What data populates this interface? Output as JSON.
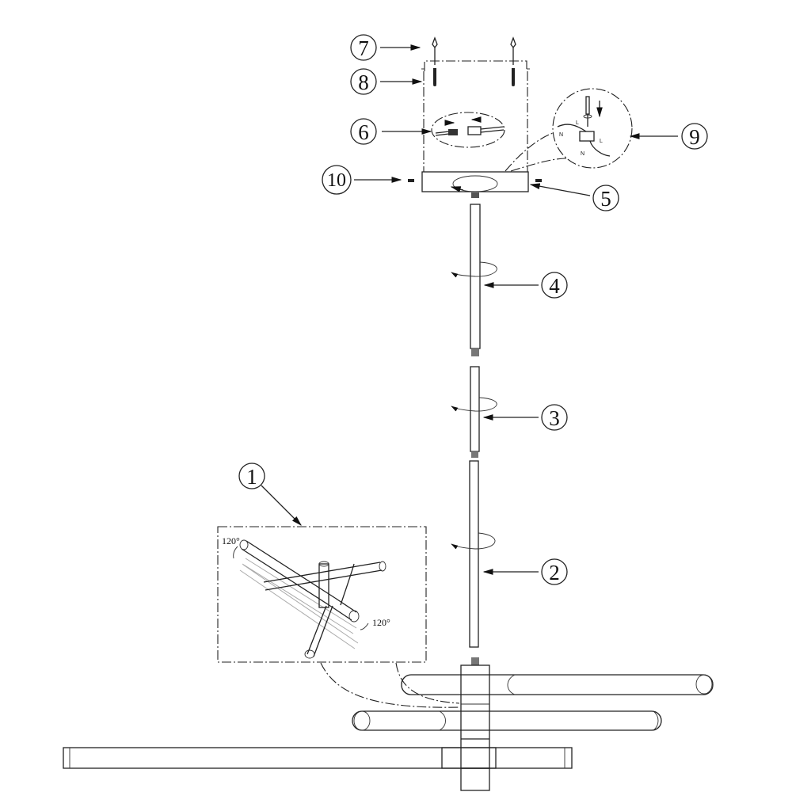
{
  "callouts": {
    "c1": "1",
    "c2": "2",
    "c3": "3",
    "c4": "4",
    "c5": "5",
    "c6": "6",
    "c7": "7",
    "c8": "8",
    "c9": "9",
    "c10": "10"
  },
  "inset": {
    "angle_top": "120°",
    "angle_bottom": "120°"
  },
  "wiring": {
    "n1": "N",
    "l1": "L",
    "l2": "L",
    "n2": "N"
  },
  "colors": {
    "line": "#222222",
    "background": "#ffffff"
  }
}
